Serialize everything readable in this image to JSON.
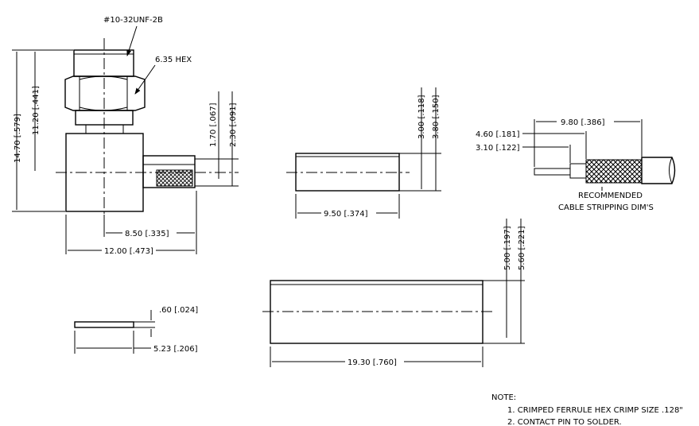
{
  "connector": {
    "thread": "#10-32UNF-2B",
    "hex": "6.35 HEX",
    "overall_height": "14.70 [.579]",
    "body_height": "11.20 [.441]",
    "ferrule_od": "1.70 [.067]",
    "ferrule_od2": "2.30 [.091]",
    "body_to_end": "8.50 [.335]",
    "overall_length": "12.00 [.473]"
  },
  "ferrule": {
    "od_inner": "3.00 [.118]",
    "od_outer": "3.80 [.150]",
    "length": "9.50 [.374]"
  },
  "cable": {
    "overall_strip": "9.80 [.386]",
    "strip_a": "4.60 [.181]",
    "strip_b": "3.10 [.122]",
    "caption_line1": "RECOMMENDED",
    "caption_line2": "CABLE STRIPPING DIM'S"
  },
  "sleeve": {
    "od_inner": "5.00 [.197]",
    "od_outer": "5.60 [.221]",
    "length": "19.30 [.760]"
  },
  "washer": {
    "thickness": ".60 [.024]",
    "diameter": "5.23 [.206]"
  },
  "notes": {
    "heading": "NOTE:",
    "items": [
      "1.  CRIMPED FERRULE HEX CRIMP SIZE .128\"",
      "2.  CONTACT PIN TO SOLDER."
    ]
  }
}
